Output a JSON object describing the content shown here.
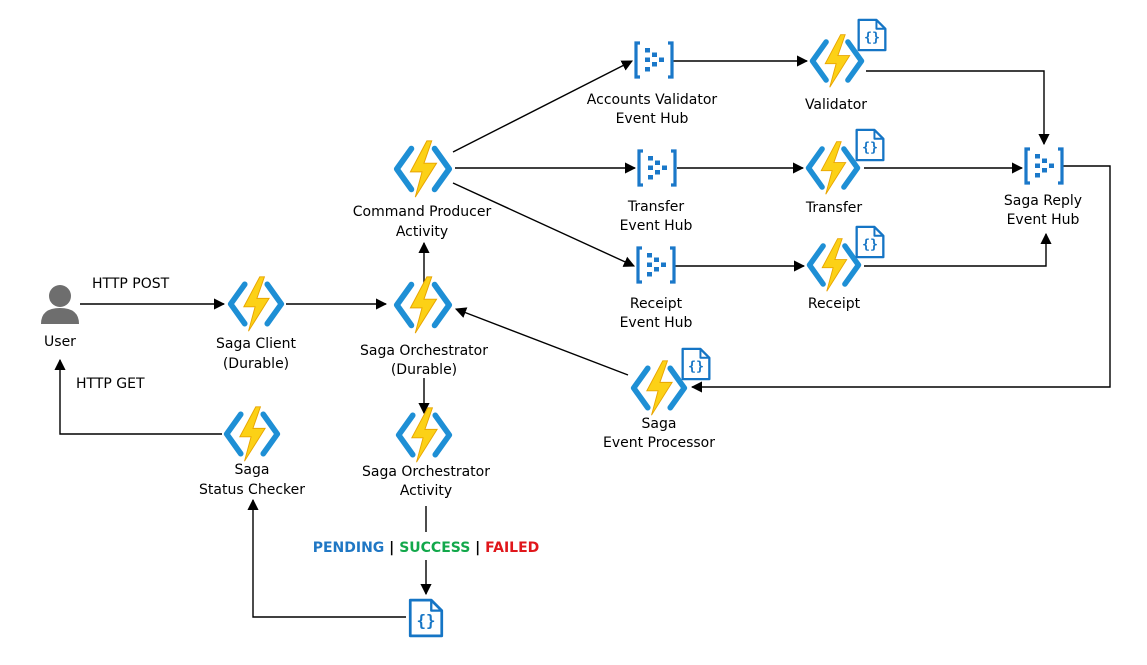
{
  "colors": {
    "func_blue": "#1e8fd5",
    "func_bolt": "#fcd116",
    "bolt_edge": "#e8a400",
    "hub_blue": "#1a78c9",
    "doc_blue": "#1575c5",
    "user_gray": "#6e6e6e",
    "pending": "#1f77c4",
    "success": "#12a84b",
    "failed": "#e0161b"
  },
  "icons": {
    "function": "azure-function-icon",
    "event_hub": "event-hub-icon",
    "json": "json-document-icon",
    "user": "user-icon"
  },
  "nodes": {
    "user": {
      "label": "User"
    },
    "saga_client": {
      "line1": "Saga Client",
      "line2": "(Durable)"
    },
    "status_checker": {
      "line1": "Saga",
      "line2": "Status Checker"
    },
    "command_producer": {
      "line1": "Command Producer",
      "line2": "Activity"
    },
    "orchestrator": {
      "line1": "Saga Orchestrator",
      "line2": "(Durable)"
    },
    "orchestrator_activity": {
      "line1": "Saga Orchestrator",
      "line2": "Activity"
    },
    "accounts_hub": {
      "line1": "Accounts Validator",
      "line2": "Event Hub"
    },
    "transfer_hub": {
      "line1": "Transfer",
      "line2": "Event Hub"
    },
    "receipt_hub": {
      "line1": "Receipt",
      "line2": "Event Hub"
    },
    "validator": {
      "label": "Validator"
    },
    "transfer": {
      "label": "Transfer"
    },
    "receipt": {
      "label": "Receipt"
    },
    "reply_hub": {
      "line1": "Saga Reply",
      "line2": "Event Hub"
    },
    "event_processor": {
      "line1": "Saga",
      "line2": "Event Processor"
    }
  },
  "edges": {
    "http_post": "HTTP POST",
    "http_get": "HTTP GET"
  },
  "status_labels": {
    "pending": "PENDING",
    "sep1": " | ",
    "success": "SUCCESS",
    "sep2": " | ",
    "failed": "FAILED"
  }
}
